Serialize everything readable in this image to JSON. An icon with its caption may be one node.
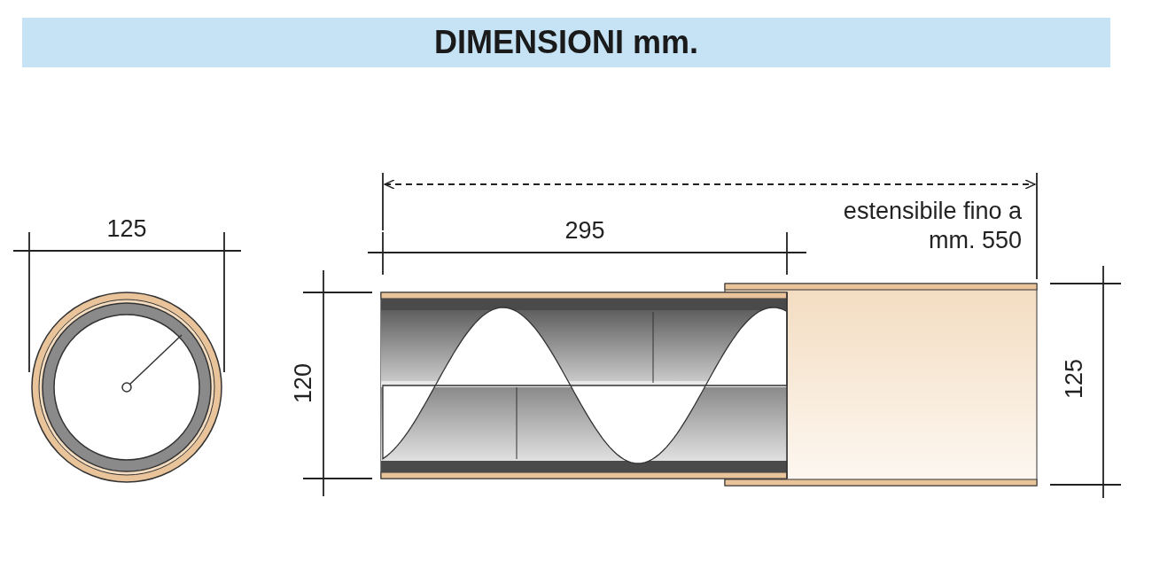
{
  "diagram": {
    "title": "DIMENSIONI mm.",
    "labels": [
      "125",
      "295",
      "estensibile fino a mm. 550",
      "120",
      "125"
    ]
  }
}
